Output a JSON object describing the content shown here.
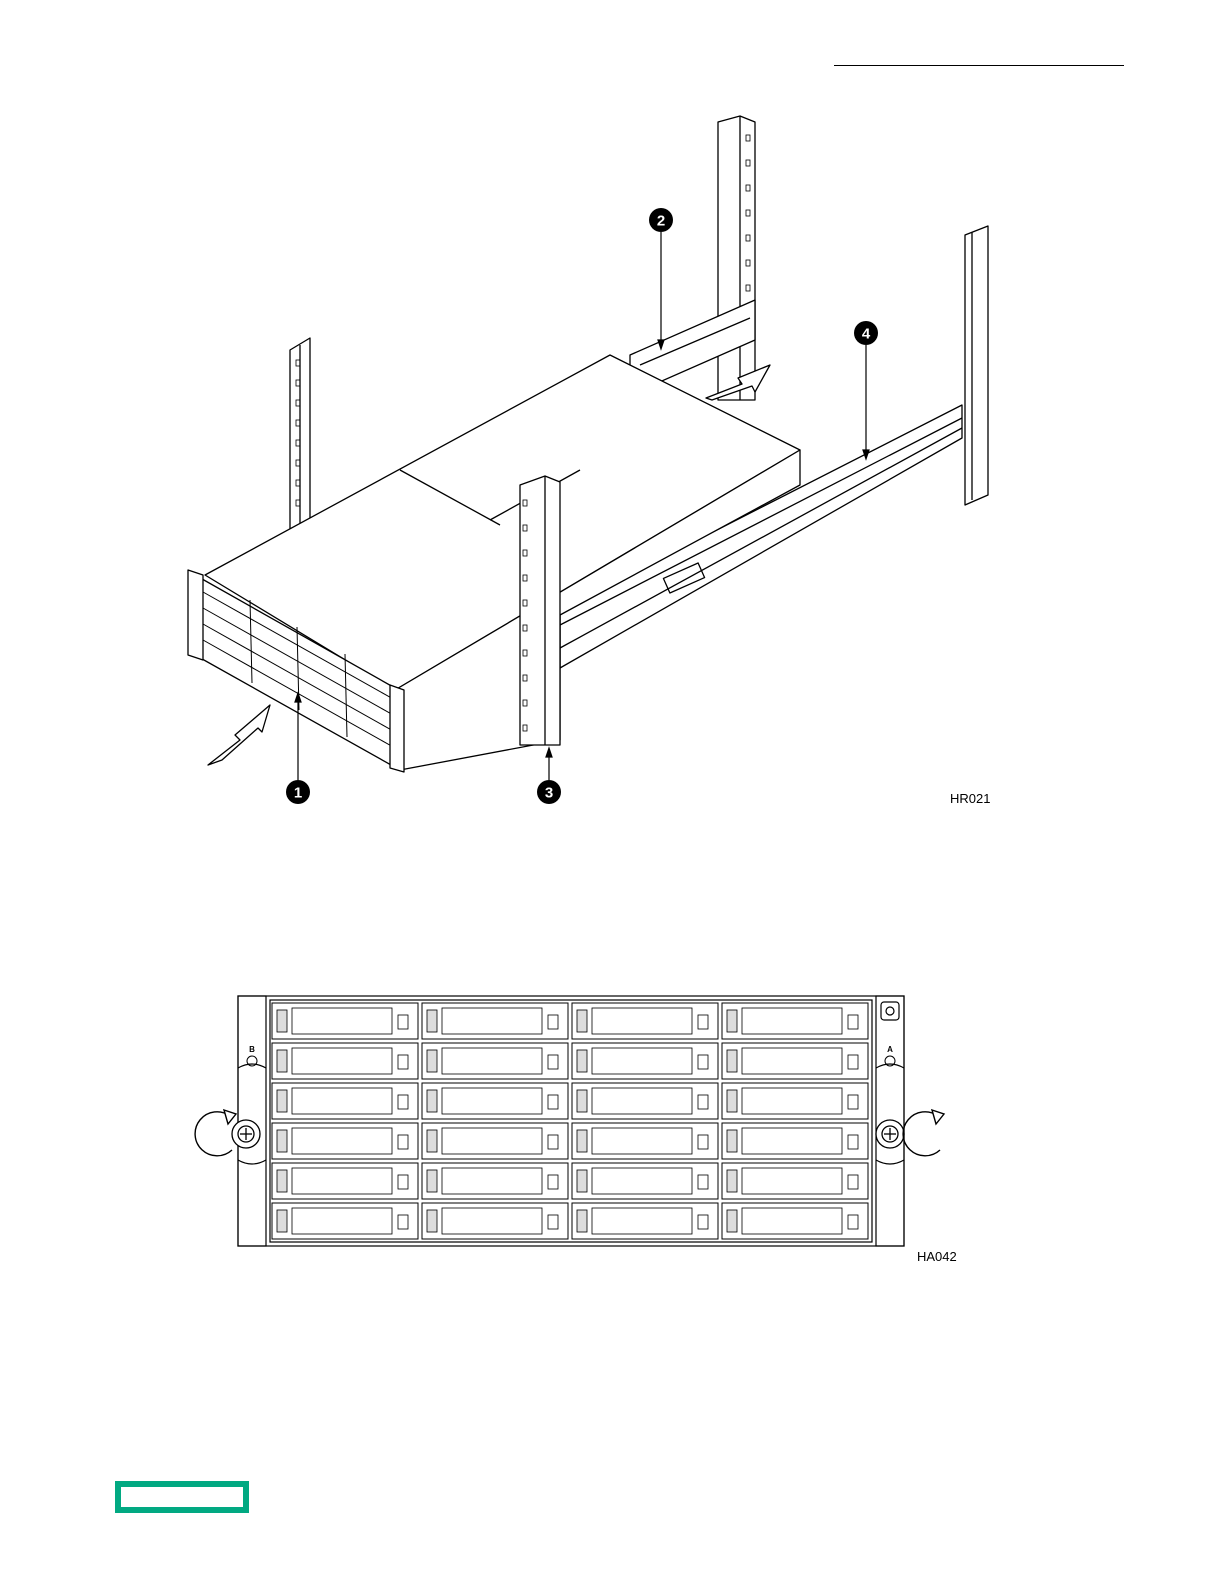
{
  "figure_1": {
    "id_label": "HR021",
    "callouts": [
      "1",
      "2",
      "3",
      "4"
    ]
  },
  "figure_2": {
    "id_label": "HA042",
    "latch_labels": {
      "left": "B",
      "right": "A"
    }
  },
  "colors": {
    "logo": "#01a982",
    "line": "#000000"
  }
}
